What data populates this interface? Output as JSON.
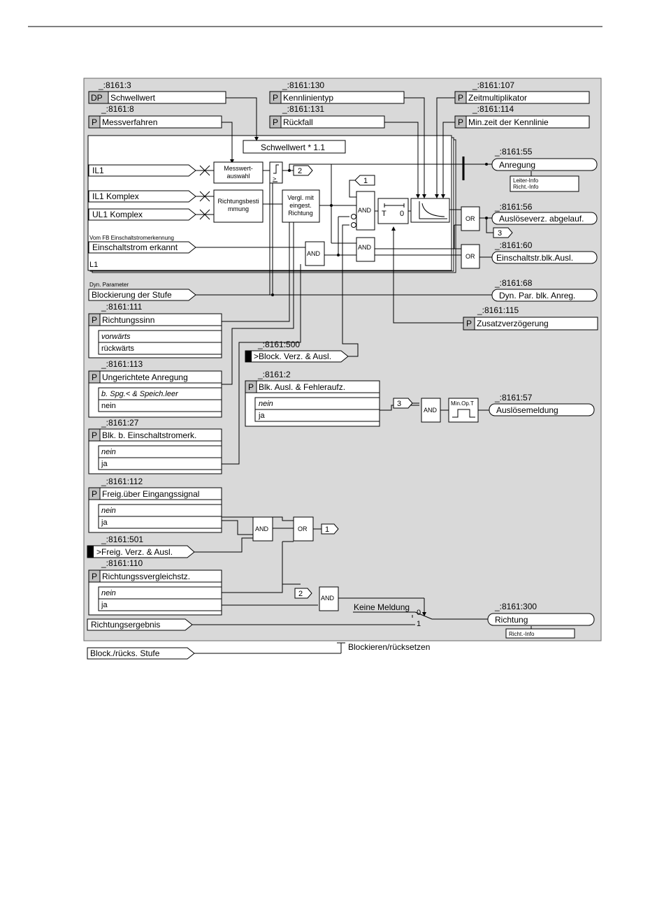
{
  "colors": {
    "background": "#d9d9d9",
    "box": "#ffffff",
    "line": "#000000",
    "tag": "#c0c0c0",
    "marker": "#000000"
  },
  "params": {
    "p3": {
      "id": "_:8161:3",
      "tag": "DP",
      "label": "Schwellwert"
    },
    "p8": {
      "id": "_:8161:8",
      "tag": "P",
      "label": "Messverfahren"
    },
    "p130": {
      "id": "_:8161:130",
      "tag": "P",
      "label": "Kennlinientyp"
    },
    "p131": {
      "id": "_:8161:131",
      "tag": "P",
      "label": "Rückfall"
    },
    "p107": {
      "id": "_:8161:107",
      "tag": "P",
      "label": "Zeitmultiplikator"
    },
    "p114": {
      "id": "_:8161:114",
      "tag": "P",
      "label": "Min.zeit der Kennlinie"
    },
    "p115": {
      "id": "_:8161:115",
      "tag": "P",
      "label": "Zusatzverzögerung"
    },
    "p111": {
      "id": "_:8161:111",
      "tag": "P",
      "label": "Richtungssinn",
      "opt1": "vorwärts",
      "opt2": "rückwärts"
    },
    "p113": {
      "id": "_:8161:113",
      "tag": "P",
      "label": "Ungerichtete Anregung",
      "opt1": "b. Spg.< & Speich.leer",
      "opt2": "nein"
    },
    "p27": {
      "id": "_:8161:27",
      "tag": "P",
      "label": "Blk. b. Einschaltstromerk.",
      "opt1": "nein",
      "opt2": "ja"
    },
    "p112": {
      "id": "_:8161:112",
      "tag": "P",
      "label": "Freig.über Eingangssignal",
      "opt1": "nein",
      "opt2": "ja"
    },
    "p110": {
      "id": "_:8161:110",
      "tag": "P",
      "label": "Richtungssvergleichstz.",
      "opt1": "nein",
      "opt2": "ja"
    },
    "p2": {
      "id": "_:8161:2",
      "tag": "P",
      "label": "Blk. Ausl. & Fehleraufz.",
      "opt1": "nein",
      "opt2": "ja"
    }
  },
  "inputs": {
    "il1": "IL1",
    "il1k": "IL1 Komplex",
    "ul1k": "UL1 Komplex",
    "fb_caption": "Vom FB Einschaltstromerkennung",
    "einsch": "Einschaltstrom erkannt",
    "dyn_caption": "Dyn. Parameter",
    "blkstufe": "Blockierung der Stufe",
    "block500_id": "_:8161:500",
    "block500": ">Block. Verz. & Ausl.",
    "freig501_id": "_:8161:501",
    "freig501": ">Freig. Verz. & Ausl.",
    "richtungsergebnis": "Richtungsergebnis",
    "blockrucks": "Block./rücks. Stufe"
  },
  "outputs": {
    "o55_id": "_:8161:55",
    "o55": "Anregung",
    "leiter_info": "Leiter-Info",
    "richt_info": "Richt.-Info",
    "o56_id": "_:8161:56",
    "o56": "Auslöseverz. abgelauf.",
    "o60_id": "_:8161:60",
    "o60": "Einschaltstr.blk.Ausl.",
    "o68_id": "_:8161:68",
    "o68": "Dyn. Par. blk. Anreg.",
    "o57_id": "_:8161:57",
    "o57": "Auslösemeldung",
    "o300_id": "_:8161:300",
    "o300": "Richtung",
    "richt_info2": "Richt.-Info"
  },
  "blocks": {
    "schwellwert11": "Schwellwert * 1.1",
    "messwert_l1": "Messwert-",
    "messwert_l2": "auswahl",
    "richtung_l1": "Richtungsbesti",
    "richtung_l2": "mmung",
    "vergl_l1": "Vergl. mit",
    "vergl_l2": "eingest.",
    "vergl_l3": "Richtung",
    "and": "AND",
    "or": "OR",
    "timer_t": "T",
    "timer_0": "0",
    "l1": "L1",
    "minop": "Min.Op.T",
    "keine_meldung": "Keine Meldung",
    "sw0": "0",
    "sw1": "1",
    "blockieren": "Blockieren/rücksetzen",
    "c1": "1",
    "c2": "2",
    "c3": "3"
  }
}
